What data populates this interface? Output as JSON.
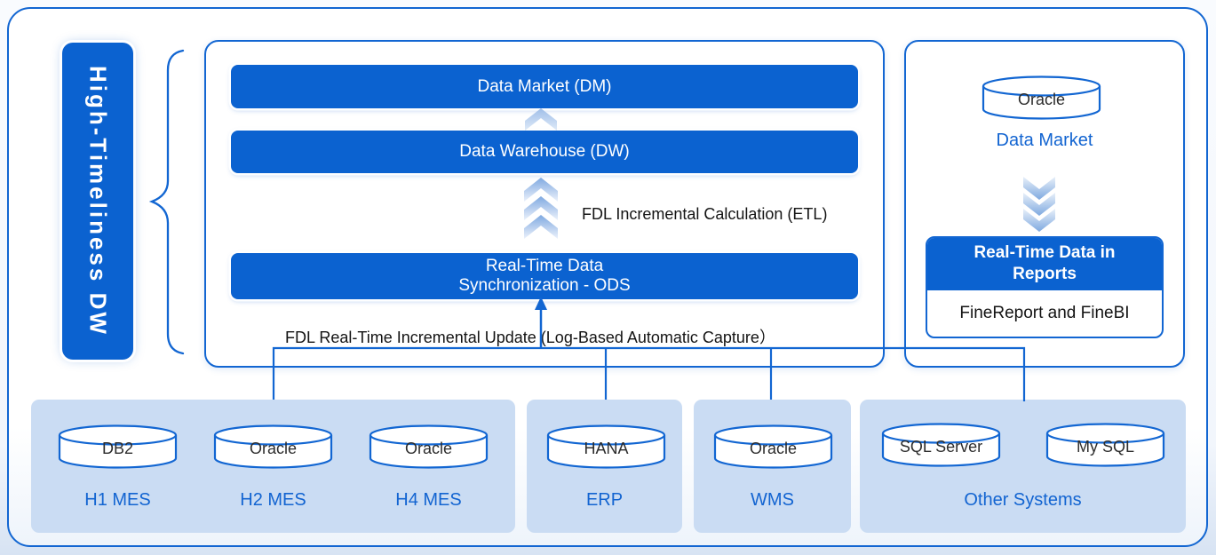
{
  "colors": {
    "primary_blue": "#0B62D0",
    "line_blue": "#1266D2",
    "label_blue": "#1264D1",
    "group_bg": "#CADCF3"
  },
  "left_panel": {
    "title": "High-Timeliness DW"
  },
  "pipeline": {
    "dm_label": "Data Market (DM)",
    "dw_label": "Data Warehouse (DW)",
    "ods_line1": "Real-Time Data",
    "ods_line2": "Synchronization - ODS",
    "etl_note": "FDL Incremental Calculation (ETL)",
    "update_note": "FDL Real-Time Incremental Update (Log-Based Automatic Capture）"
  },
  "report_panel": {
    "database": "Oracle",
    "database_caption": "Data Market",
    "card_title_line1": "Real-Time Data in",
    "card_title_line2": "Reports",
    "card_body": "FineReport and FineBI"
  },
  "source_groups": [
    {
      "databases": [
        "DB2",
        "Oracle",
        "Oracle"
      ],
      "systems": [
        "H1 MES",
        "H2 MES",
        "H4 MES"
      ]
    },
    {
      "databases": [
        "HANA"
      ],
      "systems": [
        "ERP"
      ]
    },
    {
      "databases": [
        "Oracle"
      ],
      "systems": [
        "WMS"
      ]
    },
    {
      "databases": [
        "SQL Server",
        "My SQL"
      ],
      "systems": [
        "Other Systems"
      ]
    }
  ]
}
